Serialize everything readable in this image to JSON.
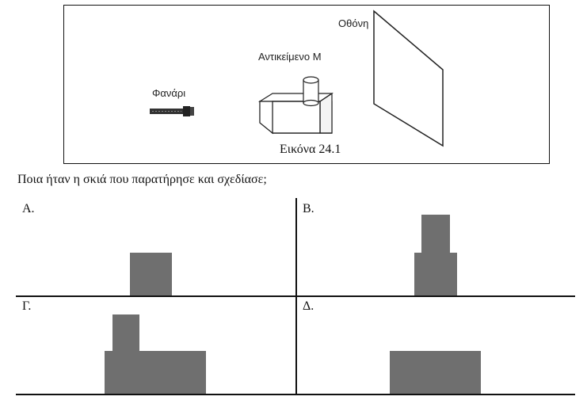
{
  "figure": {
    "caption": "Εικόνα 24.1",
    "labels": {
      "flashlight": "Φανάρι",
      "object": "Αντικείμενο Μ",
      "screen": "Οθόνη"
    }
  },
  "question": "Ποια ήταν η σκιά που παρατήρησε και σχεδίασε;",
  "options": [
    {
      "letter": "Α."
    },
    {
      "letter": "Β."
    },
    {
      "letter": "Γ."
    },
    {
      "letter": "Δ."
    }
  ],
  "colors": {
    "shadow": "#6f6f6f",
    "lines": "#111111"
  }
}
